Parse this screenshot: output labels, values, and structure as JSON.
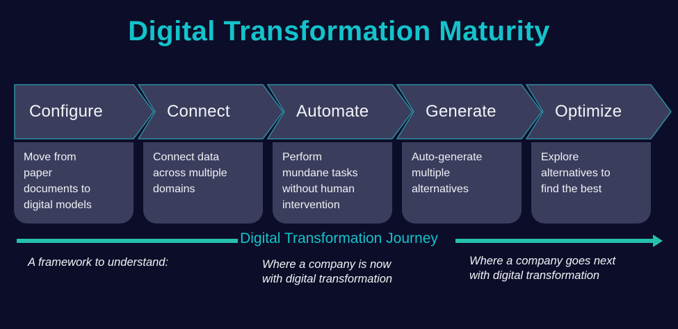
{
  "title": "Digital Transformation Maturity",
  "stages": [
    {
      "title": "Configure",
      "description": "Move from\npaper\ndocuments to\ndigital models"
    },
    {
      "title": "Connect",
      "description": "Connect data\nacross multiple\ndomains"
    },
    {
      "title": "Automate",
      "description": "Perform\nmundane tasks\nwithout human\nintervention"
    },
    {
      "title": "Generate",
      "description": "Auto-generate\nmultiple\nalternatives"
    },
    {
      "title": "Optimize",
      "description": "Explore\nalternatives to\nfind the best"
    }
  ],
  "journey": {
    "label": "Digital Transformation Journey"
  },
  "annotations": {
    "left": "A framework to understand:",
    "middle": "Where a company is now\nwith digital transformation",
    "right": "Where a company goes next\nwith digital transformation"
  },
  "colors": {
    "background": "#0c0d28",
    "panel_fill": "#3b3d5d",
    "panel_border": "#2d8ba0",
    "teal_text": "#14c3cb",
    "teal_line": "#26c1ad",
    "body_text": "#eef0f6"
  }
}
